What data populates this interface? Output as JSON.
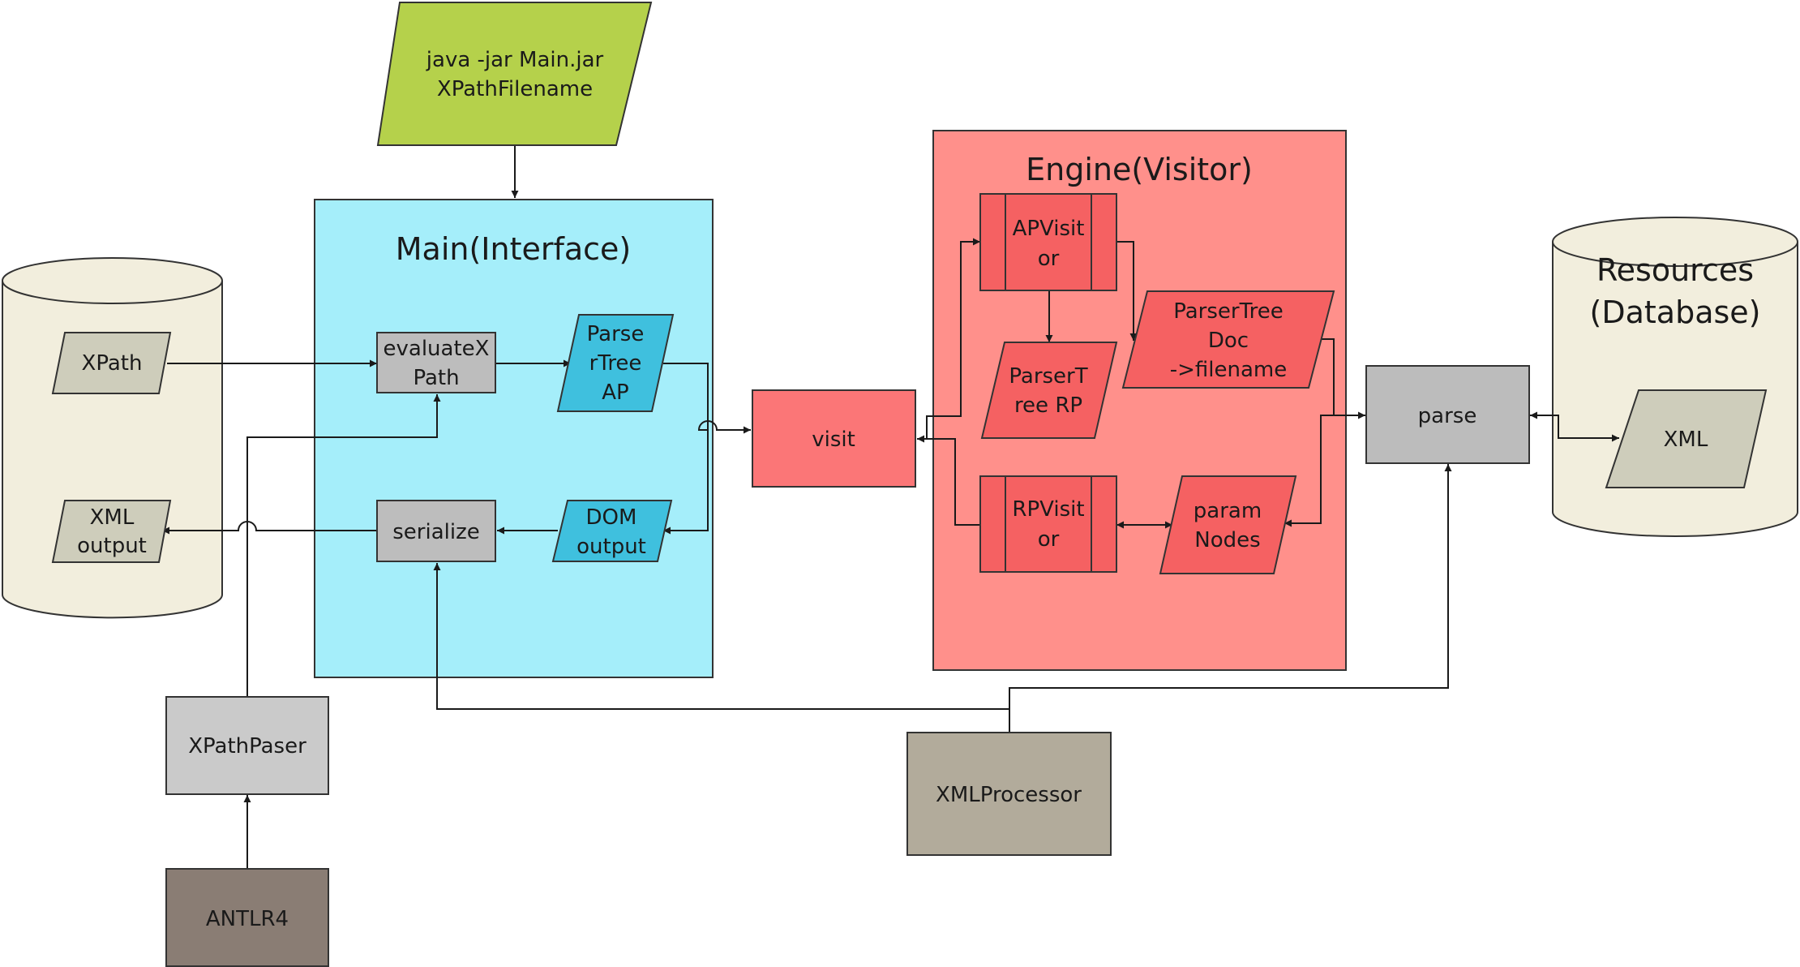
{
  "colors": {
    "command_fill": "#b5d14b",
    "main_fill": "#a5eefa",
    "main_node_fill": "#bdbdbd",
    "main_data_fill": "#3fc0de",
    "engine_fill": "#ff908b",
    "engine_node_fill": "#f56162",
    "visit_fill": "#fb7677",
    "db_fill": "#f2eedd",
    "db_item_fill": "#cecdbb",
    "parse_fill": "#bcbcbc",
    "xpathpaser_fill": "#cacaca",
    "antlr_fill": "#8a7d74",
    "xmlprocessor_fill": "#b2ab9b",
    "line": "#1a1a1a"
  },
  "command": {
    "line1": "java -jar Main.jar",
    "line2": "XPathFilename"
  },
  "main": {
    "title": "Main(Interface)",
    "evaluate": {
      "line1": "evaluateX",
      "line2": "Path"
    },
    "parse_tree_ap": {
      "line1": "Parse",
      "line2": "rTree",
      "line3": "AP"
    },
    "serialize": "serialize",
    "dom_output": {
      "line1": "DOM",
      "line2": "output"
    }
  },
  "input_db": {
    "xpath": "XPath",
    "xml_output": {
      "line1": "XML",
      "line2": "output"
    }
  },
  "visit": "visit",
  "engine": {
    "title": "Engine(Visitor)",
    "ap_visitor": {
      "line1": "APVisit",
      "line2": "or"
    },
    "rp_visitor": {
      "line1": "RPVisit",
      "line2": "or"
    },
    "parser_tree_rp": {
      "line1": "ParserT",
      "line2": "ree RP"
    },
    "parser_tree_doc": {
      "line1": "ParserTree",
      "line2": "Doc",
      "line3": "->filename"
    },
    "param_nodes": {
      "line1": "param",
      "line2": "Nodes"
    }
  },
  "parse": "parse",
  "resources": {
    "title_line1": "Resources",
    "title_line2": "(Database)",
    "xml": "XML"
  },
  "xpathpaser": "XPathPaser",
  "antlr": "ANTLR4",
  "xmlprocessor": "XMLProcessor"
}
